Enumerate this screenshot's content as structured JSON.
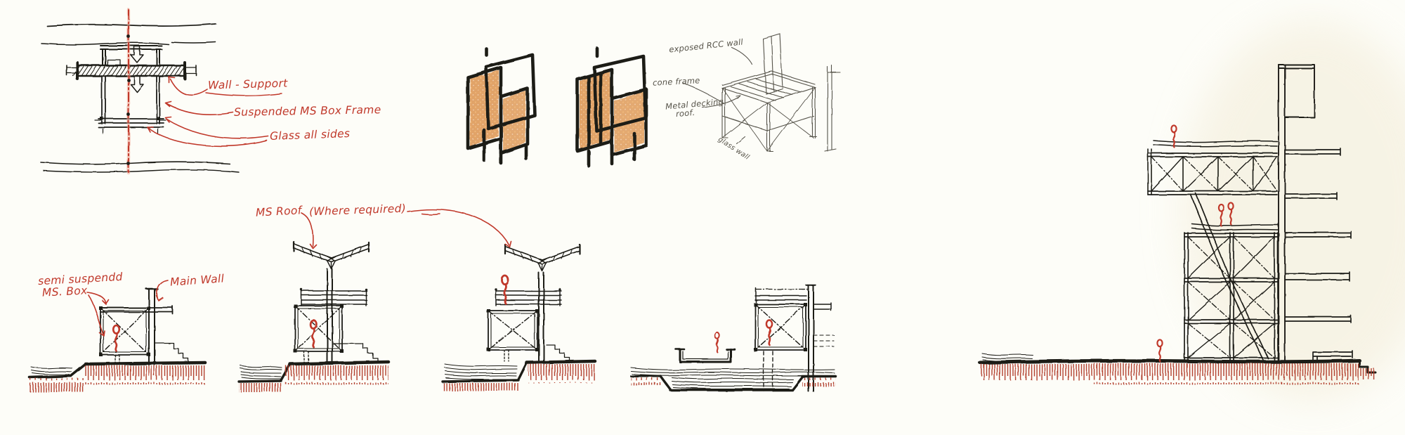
{
  "palette": {
    "paper": "#fdfdf8",
    "ink": "#1c1b18",
    "red_ink": "#c0382a",
    "hatch_red": "#b23f2e",
    "pencil": "#57544a",
    "orange_shading": "#dc9350",
    "cream_tint": "#f2ebd6"
  },
  "detail_callouts": {
    "wall_support": "Wall - Support",
    "suspended_box": "Suspended MS Box Frame",
    "glass_sides": "Glass all sides"
  },
  "axon_callouts": {
    "exposed_wall": "exposed RCC wall",
    "cone_frame": "cone frame",
    "metal_decking_1": "Metal decking",
    "metal_decking_2": "roof.",
    "glass_wall": "glass wall"
  },
  "section_callouts": {
    "semi_suspended_1": "semi suspendd",
    "semi_suspended_2": "MS. Box",
    "main_wall": "Main Wall",
    "ms_roof": "MS Roof",
    "where_required": "(Where required)"
  }
}
